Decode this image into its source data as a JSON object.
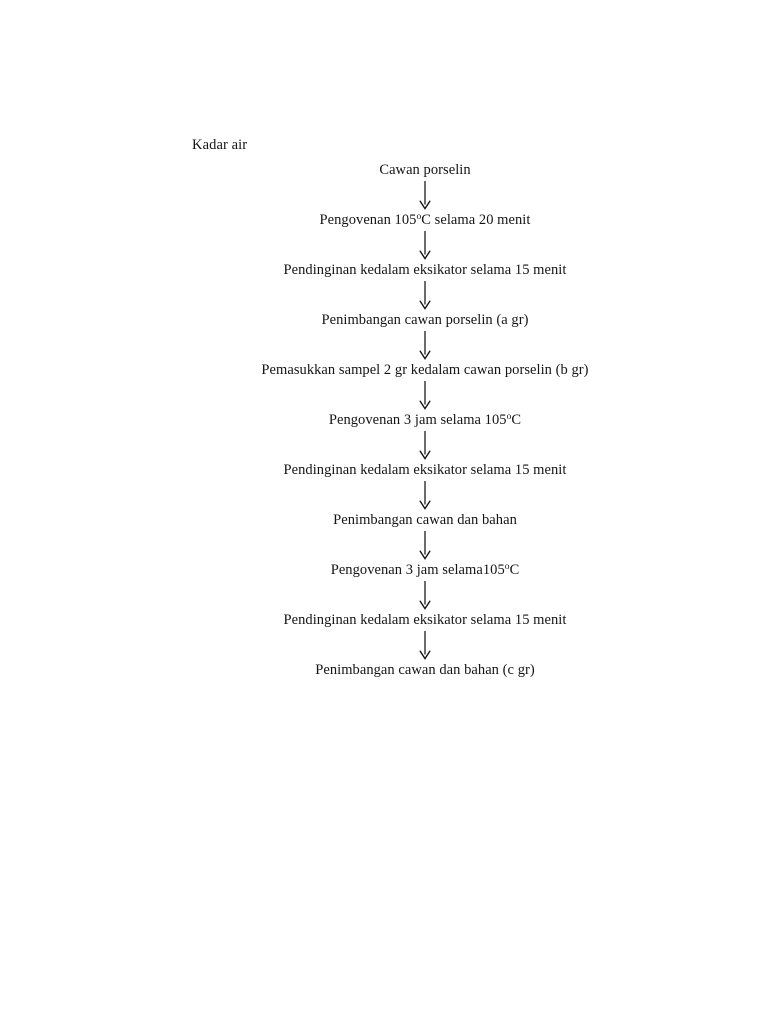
{
  "document": {
    "background_color": "#ffffff",
    "text_color": "#151515",
    "heading": "Kadar air"
  },
  "flowchart": {
    "orientation": "vertical",
    "connector": "down-arrow",
    "connector_count": 11,
    "steps": [
      {
        "id": "step-1",
        "text": "Cawan porselin"
      },
      {
        "id": "step-2",
        "text": "Pengovenan 105ºC selama 20 menit"
      },
      {
        "id": "step-3",
        "text": "Pendinginan kedalam eksikator selama 15 menit"
      },
      {
        "id": "step-4",
        "text": "Penimbangan cawan porselin (a gr)"
      },
      {
        "id": "step-5",
        "text": "Pemasukkan sampel 2 gr kedalam cawan porselin (b gr)"
      },
      {
        "id": "step-6",
        "text": "Pengovenan 3 jam selama 105ºC"
      },
      {
        "id": "step-7",
        "text": "Pendinginan kedalam eksikator selama 15 menit"
      },
      {
        "id": "step-8",
        "text": "Penimbangan cawan dan bahan"
      },
      {
        "id": "step-9",
        "text": "Pengovenan 3 jam selama105ºC"
      },
      {
        "id": "step-10",
        "text": "Pendinginan kedalam eksikator selama 15 menit"
      },
      {
        "id": "step-11",
        "text": "Penimbangan cawan dan bahan (c gr)"
      }
    ]
  }
}
